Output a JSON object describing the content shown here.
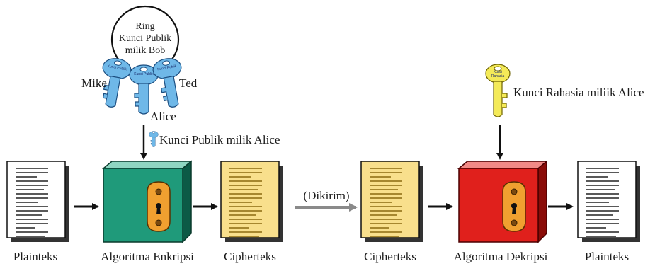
{
  "ring": {
    "line1": "Ring",
    "line2": "Kunci Publik",
    "line3": "milik Bob"
  },
  "people": {
    "mike": "Mike",
    "alice": "Alice",
    "ted": "Ted"
  },
  "key_tags": {
    "public": "Kunci Publik",
    "secret_line1": "Kunci",
    "secret_line2": "Rahasia"
  },
  "captions": {
    "public_key_alice": "Kunci Publik milik Alice",
    "secret_key_alice": "Kunci Rahasia miliik Alice",
    "sent": "(Dikirim)"
  },
  "stages": {
    "plaintext_in": "Plainteks",
    "encrypt": "Algoritma Enkripsi",
    "ciphertext_out": "Cipherteks",
    "ciphertext_in": "Cipherteks",
    "decrypt": "Algoritma Dekripsi",
    "plaintext_out": "Plainteks"
  },
  "colors": {
    "encrypt_box": "#1f9a7a",
    "decrypt_box": "#e0201c",
    "cipher_doc": "#f8df8c",
    "public_key": "#6fb8e8",
    "secret_key": "#f4ea58",
    "lock_plate": "#f0a030"
  }
}
